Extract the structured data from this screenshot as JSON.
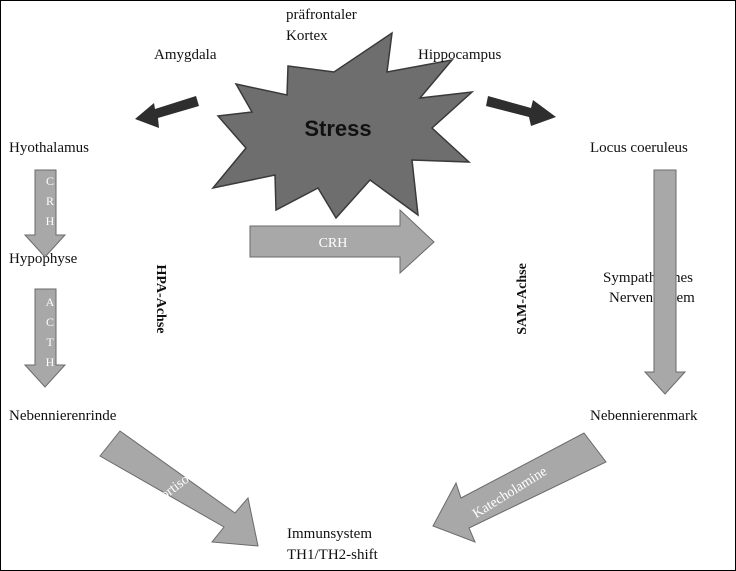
{
  "labels": {
    "prefrontal": [
      "präfrontaler",
      "Kortex"
    ],
    "amygdala": "Amygdala",
    "hippocampus": "Hippocampus",
    "stress": "Stress",
    "hypothalamus": "Hyothalamus",
    "locus": "Locus coeruleus",
    "hypophyse": "Hypophyse",
    "sympathisch": [
      "Sympathisches",
      "Nervensystem"
    ],
    "rinde": "Nebennierenrinde",
    "mark": "Nebennierenmark",
    "immun": [
      "Immunsystem",
      "TH1/TH2-shift"
    ]
  },
  "axes": {
    "hpa": "HPA-Achse",
    "sam": "SAM-Achse"
  },
  "arrows": {
    "crh_center": "CRH",
    "crh_vertical": [
      "C",
      "R",
      "H"
    ],
    "acth_vertical": [
      "A",
      "C",
      "T",
      "H"
    ],
    "cortisol": "Cortisol",
    "katecholamine": "Katecholamine"
  },
  "colors": {
    "star_fill": "#6e6e6e",
    "star_stroke": "#3a3a3a",
    "dark_arrow": "#2e2e2e",
    "light_arrow": "#a8a8a8",
    "light_arrow_stroke": "#6a6a6a",
    "frame": "#000000"
  }
}
